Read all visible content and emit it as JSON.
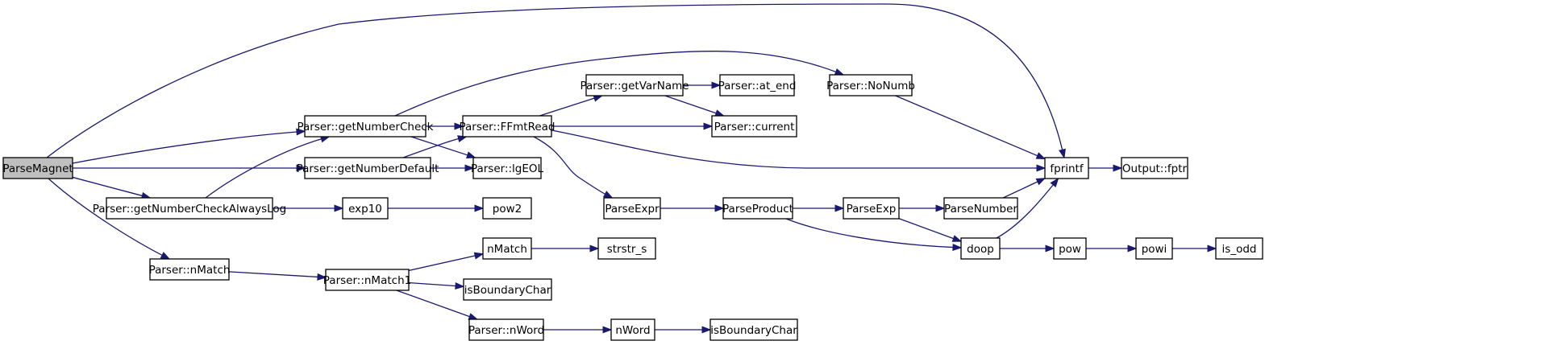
{
  "diagram": {
    "colors": {
      "root_fill": "#bfbfbf",
      "node_fill": "#ffffff",
      "edge": "#191970",
      "border": "#000000"
    },
    "nodes": [
      {
        "id": "ParseMagnet",
        "label": "ParseMagnet",
        "root": true
      },
      {
        "id": "getNumberCheck",
        "label": "Parser::getNumberCheck"
      },
      {
        "id": "getNumberDefault",
        "label": "Parser::getNumberDefault"
      },
      {
        "id": "getNumberCheckAlwaysLog",
        "label": "Parser::getNumberCheckAlwaysLog"
      },
      {
        "id": "nMatchP",
        "label": "Parser::nMatch"
      },
      {
        "id": "fprintf",
        "label": "fprintf"
      },
      {
        "id": "FFmtRead",
        "label": "Parser::FFmtRead"
      },
      {
        "id": "lgEOL",
        "label": "Parser::lgEOL"
      },
      {
        "id": "NoNumb",
        "label": "Parser::NoNumb"
      },
      {
        "id": "exp10",
        "label": "exp10"
      },
      {
        "id": "pow2",
        "label": "pow2"
      },
      {
        "id": "nMatch1",
        "label": "Parser::nMatch1"
      },
      {
        "id": "nMatch",
        "label": "nMatch"
      },
      {
        "id": "strstr_s",
        "label": "strstr_s"
      },
      {
        "id": "isBoundaryChar1",
        "label": "isBoundaryChar"
      },
      {
        "id": "nWordP",
        "label": "Parser::nWord"
      },
      {
        "id": "nWord",
        "label": "nWord"
      },
      {
        "id": "isBoundaryChar2",
        "label": "isBoundaryChar"
      },
      {
        "id": "getVarName",
        "label": "Parser::getVarName"
      },
      {
        "id": "at_end",
        "label": "Parser::at_end"
      },
      {
        "id": "current",
        "label": "Parser::current"
      },
      {
        "id": "ParseExpr",
        "label": "ParseExpr"
      },
      {
        "id": "ParseProduct",
        "label": "ParseProduct"
      },
      {
        "id": "ParseExp",
        "label": "ParseExp"
      },
      {
        "id": "ParseNumber",
        "label": "ParseNumber"
      },
      {
        "id": "doop",
        "label": "doop"
      },
      {
        "id": "pow",
        "label": "pow"
      },
      {
        "id": "powi",
        "label": "powi"
      },
      {
        "id": "is_odd",
        "label": "is_odd"
      },
      {
        "id": "fptr",
        "label": "Output::fptr"
      }
    ],
    "edges": [
      {
        "from": "ParseMagnet",
        "to": "getNumberCheck"
      },
      {
        "from": "ParseMagnet",
        "to": "getNumberDefault"
      },
      {
        "from": "ParseMagnet",
        "to": "getNumberCheckAlwaysLog"
      },
      {
        "from": "ParseMagnet",
        "to": "nMatchP"
      },
      {
        "from": "ParseMagnet",
        "to": "fprintf"
      },
      {
        "from": "getNumberCheck",
        "to": "FFmtRead"
      },
      {
        "from": "getNumberCheck",
        "to": "lgEOL"
      },
      {
        "from": "getNumberCheck",
        "to": "NoNumb"
      },
      {
        "from": "getNumberDefault",
        "to": "FFmtRead"
      },
      {
        "from": "getNumberDefault",
        "to": "lgEOL"
      },
      {
        "from": "getNumberCheckAlwaysLog",
        "to": "getNumberCheck"
      },
      {
        "from": "getNumberCheckAlwaysLog",
        "to": "exp10"
      },
      {
        "from": "exp10",
        "to": "pow2"
      },
      {
        "from": "nMatchP",
        "to": "nMatch1"
      },
      {
        "from": "nMatch1",
        "to": "nMatch"
      },
      {
        "from": "nMatch1",
        "to": "isBoundaryChar1"
      },
      {
        "from": "nMatch1",
        "to": "nWordP"
      },
      {
        "from": "nMatch",
        "to": "strstr_s"
      },
      {
        "from": "nWordP",
        "to": "nWord"
      },
      {
        "from": "nWord",
        "to": "isBoundaryChar2"
      },
      {
        "from": "FFmtRead",
        "to": "getVarName"
      },
      {
        "from": "FFmtRead",
        "to": "current"
      },
      {
        "from": "FFmtRead",
        "to": "fprintf"
      },
      {
        "from": "FFmtRead",
        "to": "ParseExpr"
      },
      {
        "from": "getVarName",
        "to": "at_end"
      },
      {
        "from": "getVarName",
        "to": "current"
      },
      {
        "from": "NoNumb",
        "to": "fprintf"
      },
      {
        "from": "ParseExpr",
        "to": "ParseProduct"
      },
      {
        "from": "ParseProduct",
        "to": "ParseExp"
      },
      {
        "from": "ParseProduct",
        "to": "doop"
      },
      {
        "from": "ParseExp",
        "to": "ParseNumber"
      },
      {
        "from": "ParseExp",
        "to": "doop"
      },
      {
        "from": "ParseNumber",
        "to": "fprintf"
      },
      {
        "from": "doop",
        "to": "fprintf"
      },
      {
        "from": "doop",
        "to": "pow"
      },
      {
        "from": "pow",
        "to": "powi"
      },
      {
        "from": "powi",
        "to": "is_odd"
      },
      {
        "from": "fprintf",
        "to": "fptr"
      }
    ]
  }
}
